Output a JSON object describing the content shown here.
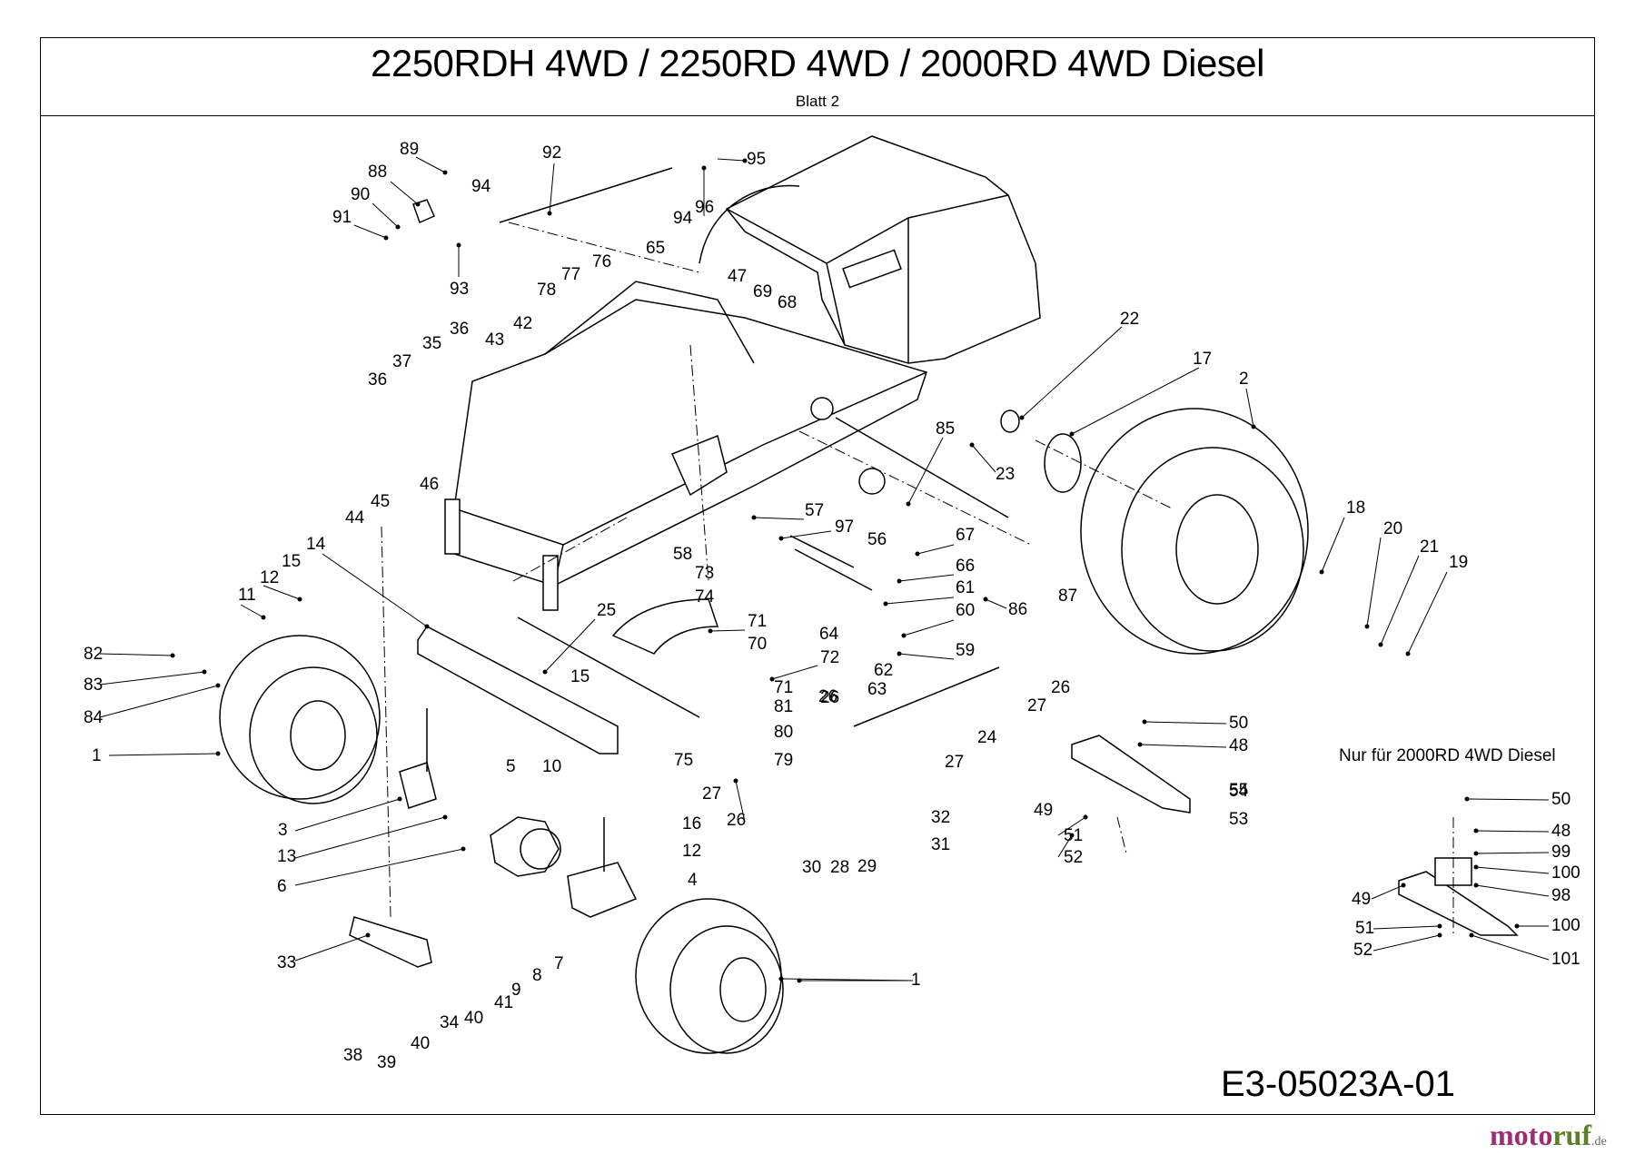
{
  "header": {
    "title": "2250RDH 4WD / 2250RD 4WD / 2000RD 4WD Diesel",
    "subtitle": "Blatt 2"
  },
  "inset_note": "Nur für 2000RD 4WD Diesel",
  "drawing_code": "E3-05023A-01",
  "brand": {
    "part1": "moto",
    "part2": "ruf",
    "suffix": ".de"
  },
  "colors": {
    "brand_purple": "#9b2d70",
    "brand_green": "#5b7f2a",
    "line": "#000000"
  },
  "part_labels": [
    "89",
    "88",
    "90",
    "91",
    "92",
    "95",
    "94",
    "94",
    "96",
    "93",
    "65",
    "76",
    "77",
    "78",
    "47",
    "69",
    "68",
    "42",
    "43",
    "36",
    "36",
    "35",
    "37",
    "22",
    "17",
    "2",
    "85",
    "23",
    "46",
    "45",
    "44",
    "14",
    "15",
    "12",
    "11",
    "57",
    "97",
    "56",
    "67",
    "66",
    "61",
    "60",
    "59",
    "58",
    "73",
    "74",
    "25",
    "71",
    "70",
    "72",
    "64",
    "62",
    "63",
    "86",
    "87",
    "18",
    "20",
    "21",
    "19",
    "82",
    "83",
    "84",
    "1",
    "15",
    "71",
    "81",
    "80",
    "79",
    "75",
    "27",
    "26",
    "26",
    "26",
    "27",
    "24",
    "27",
    "50",
    "48",
    "55",
    "54",
    "53",
    "49",
    "51",
    "52",
    "10",
    "5",
    "3",
    "13",
    "6",
    "16",
    "12",
    "4",
    "26",
    "32",
    "31",
    "30",
    "28",
    "29",
    "7",
    "8",
    "9",
    "41",
    "40",
    "40",
    "34",
    "33",
    "38",
    "39",
    "1",
    "50",
    "48",
    "99",
    "100",
    "98",
    "100",
    "49",
    "51",
    "52",
    "101"
  ]
}
